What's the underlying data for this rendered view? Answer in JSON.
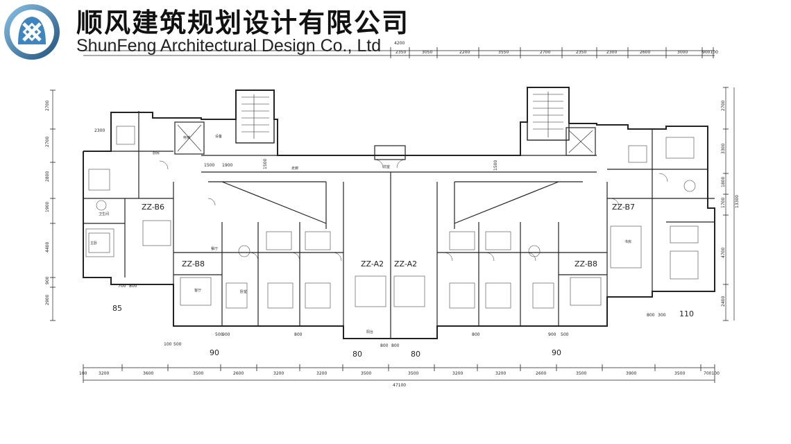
{
  "brand": {
    "name_cn": "顺风建筑规划设计有限公司",
    "name_en": "ShunFeng Architectural Design Co., Ltd",
    "colors": {
      "logo_dark": "#1f4f7a",
      "logo_mid": "#3f86c0",
      "logo_light": "#8cc4e8",
      "line": "#222222"
    }
  },
  "plan": {
    "unit_tags": [
      "ZZ-B6",
      "ZZ-B8",
      "ZZ-A2",
      "ZZ-A2",
      "ZZ-B7",
      "ZZ-B8"
    ],
    "areas": [
      "85",
      "90",
      "80",
      "80",
      "90",
      "110"
    ],
    "top_dims": [
      "4200",
      "2350",
      "3050",
      "2200",
      "3550",
      "2700",
      "2350",
      "2300",
      "2600",
      "3000",
      "900100"
    ],
    "bottom_dims": [
      "100",
      "3200",
      "3600",
      "3500",
      "2600",
      "3200",
      "3200",
      "3500",
      "3500",
      "3200",
      "3200",
      "2600",
      "3500",
      "3900",
      "3500",
      "700100"
    ],
    "bottom_total": "47100",
    "left_dims": [
      "2700",
      "2700",
      "2800",
      "1900",
      "4400",
      "900",
      "2900"
    ],
    "right_dims": [
      "2700",
      "3300",
      "1800",
      "1700",
      "4700",
      "2400"
    ],
    "right_total": "13300",
    "small_dims": [
      "2300",
      "1500",
      "1900",
      "1500",
      "1500",
      "700",
      "800",
      "800",
      "800",
      "800",
      "800",
      "900",
      "500",
      "900",
      "500",
      "100",
      "500",
      "800",
      "300"
    ],
    "room_labels": [
      "客厅",
      "卧室",
      "主卧",
      "厨房",
      "卫生间",
      "餐厅",
      "阳台",
      "电梯",
      "前室",
      "走廊",
      "设备",
      "书房"
    ]
  }
}
